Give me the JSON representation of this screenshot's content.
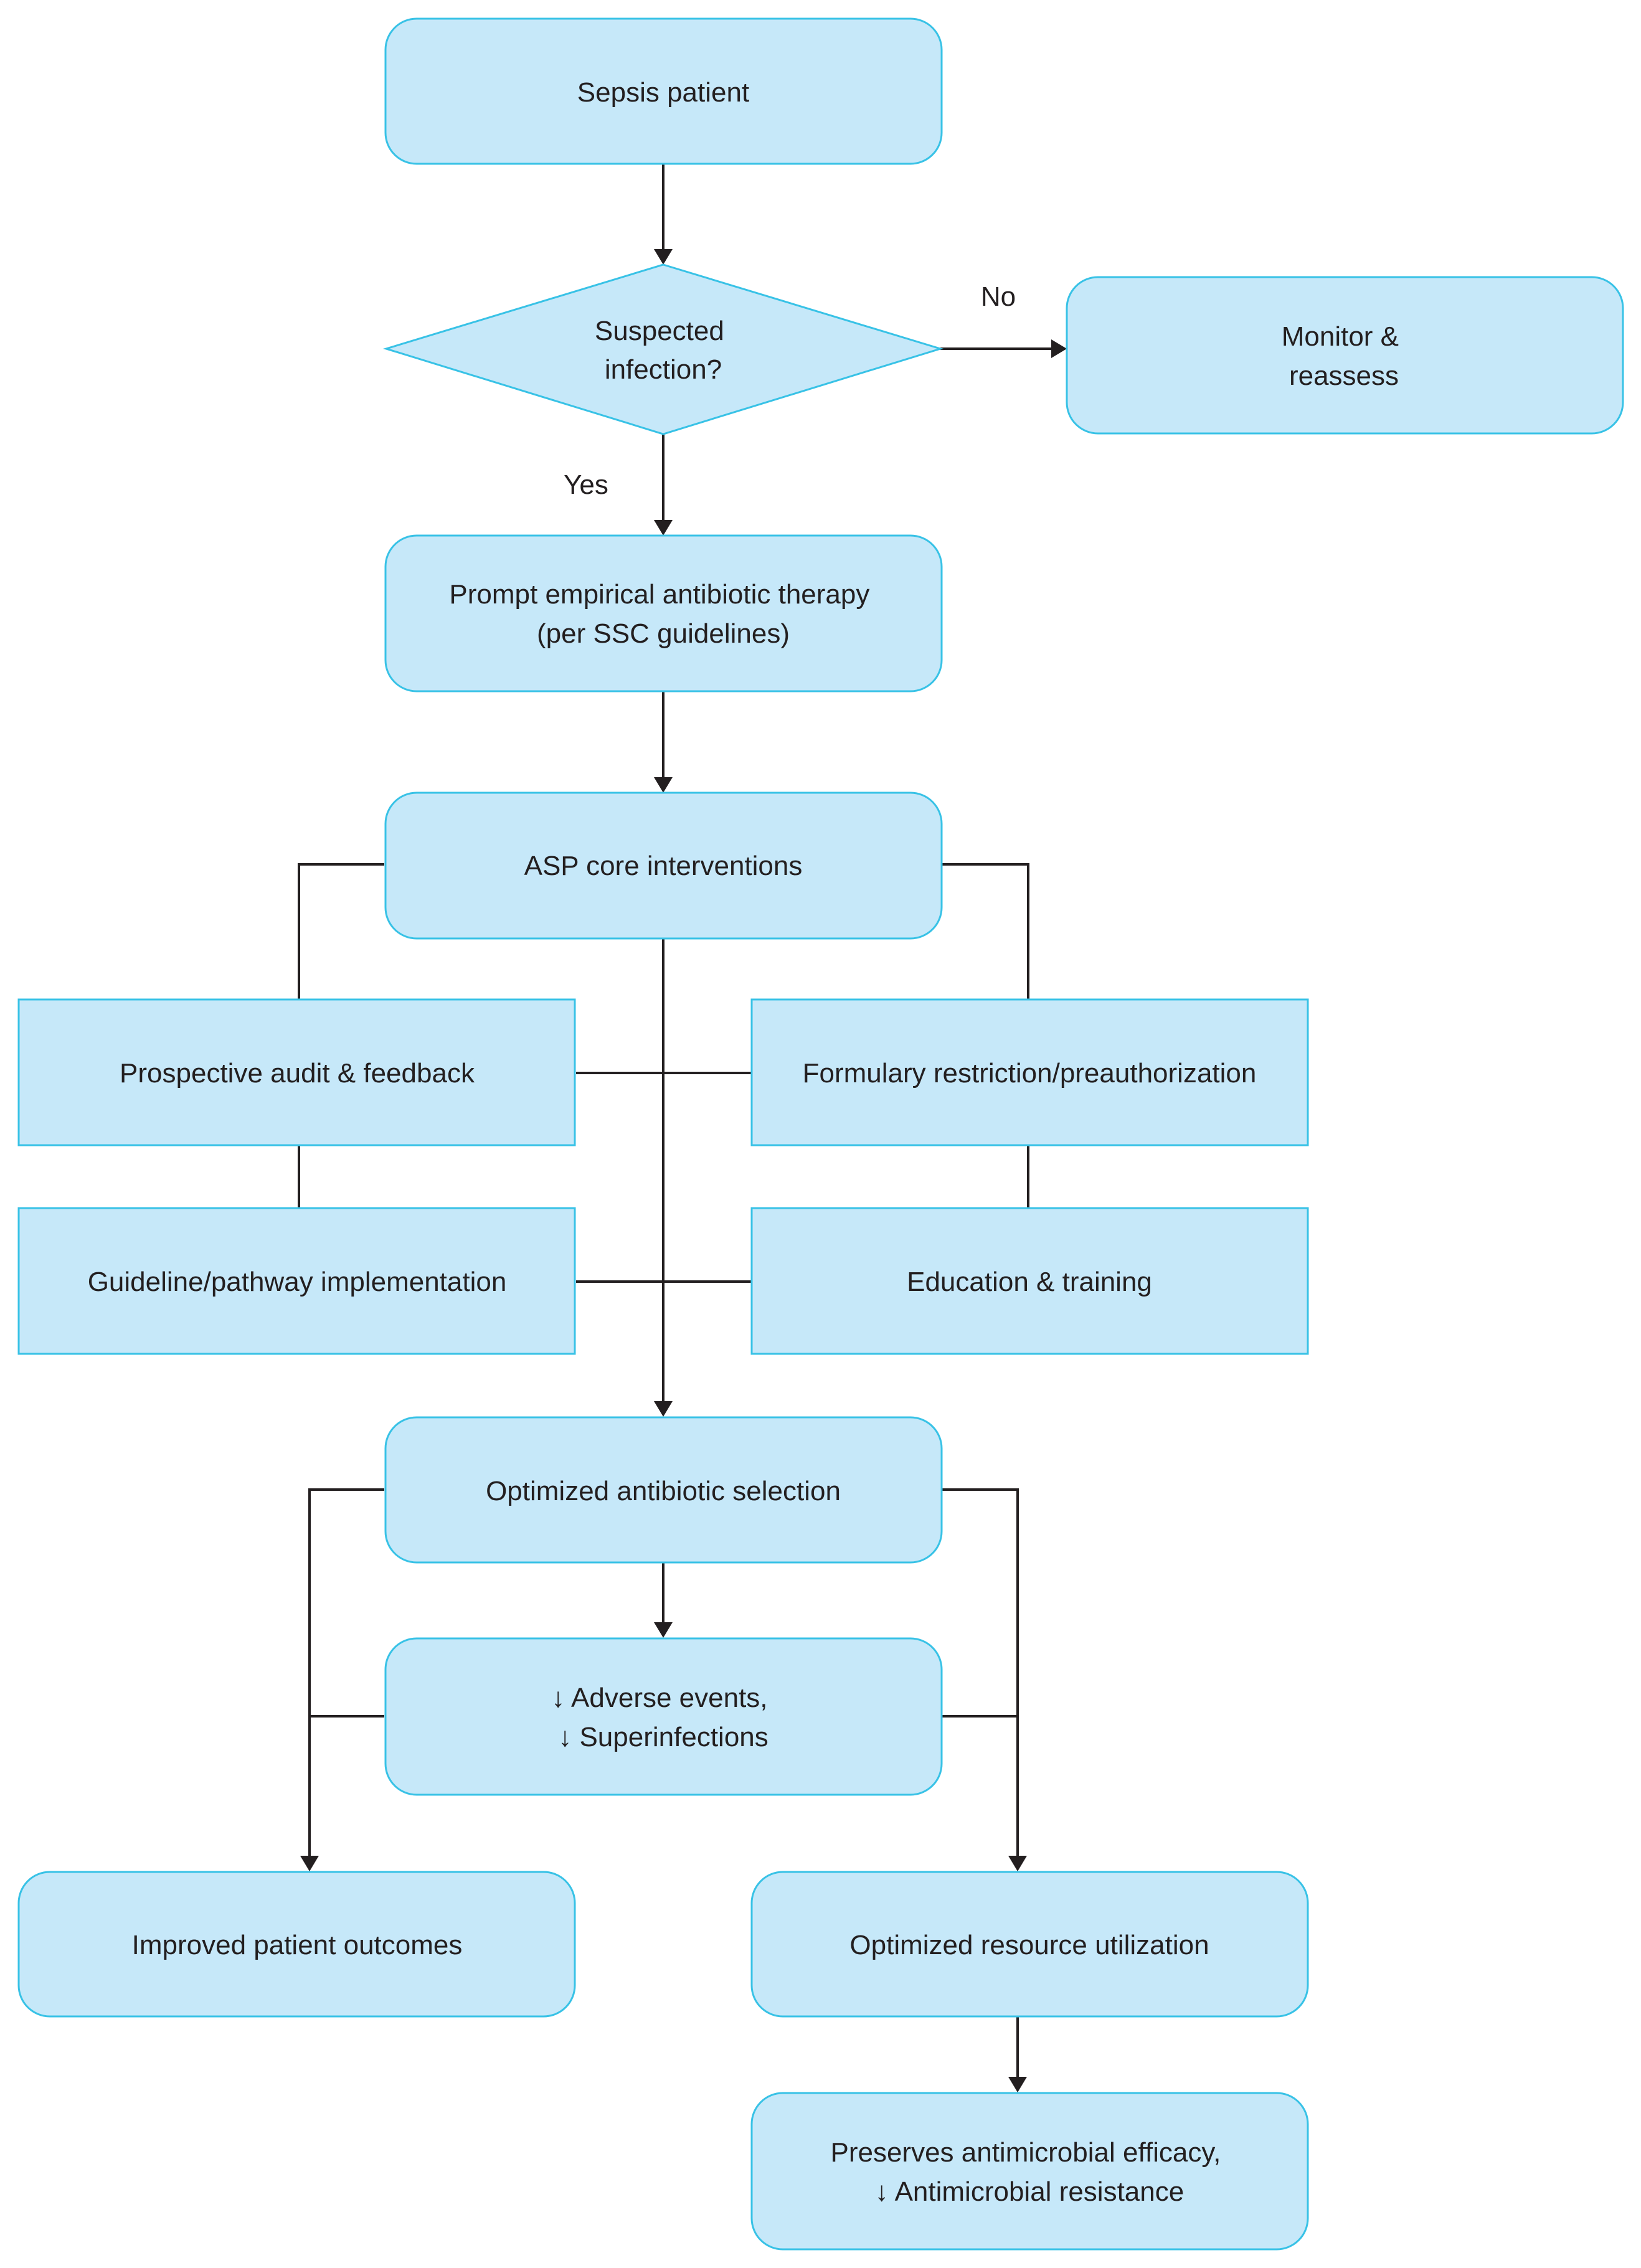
{
  "colors": {
    "node_fill": "#c6e8f9",
    "node_stroke": "#38c2e6",
    "connector": "#231f20",
    "text": "#231f20"
  },
  "nodes": {
    "sepsis_patient": {
      "shape": "rounded-rect",
      "lines": [
        "Sepsis patient"
      ]
    },
    "suspected_infection": {
      "shape": "diamond",
      "lines": [
        "Suspected",
        "infection?"
      ]
    },
    "monitor_reassess": {
      "shape": "rounded-rect",
      "lines": [
        "Monitor &",
        "reassess"
      ]
    },
    "prompt_empirical": {
      "shape": "rounded-rect",
      "lines": [
        "Prompt empirical antibiotic therapy",
        "(per SSC guidelines)"
      ]
    },
    "asp_core": {
      "shape": "rounded-rect",
      "lines": [
        "ASP core interventions"
      ]
    },
    "prospective_audit": {
      "shape": "rect",
      "lines": [
        "Prospective audit & feedback"
      ]
    },
    "formulary_restriction": {
      "shape": "rect",
      "lines": [
        "Formulary restriction/preauthorization"
      ]
    },
    "guideline_pathway": {
      "shape": "rect",
      "lines": [
        "Guideline/pathway implementation"
      ]
    },
    "education_training": {
      "shape": "rect",
      "lines": [
        "Education & training"
      ]
    },
    "optimized_selection": {
      "shape": "rounded-rect",
      "lines": [
        "Optimized antibiotic selection"
      ]
    },
    "adverse_events": {
      "shape": "rounded-rect",
      "lines": [
        "↓ Adverse events,",
        "↓ Superinfections"
      ]
    },
    "improved_outcomes": {
      "shape": "rounded-rect",
      "lines": [
        "Improved patient outcomes"
      ]
    },
    "resource_utilization": {
      "shape": "rounded-rect",
      "lines": [
        "Optimized resource utilization"
      ]
    },
    "preserves_efficacy": {
      "shape": "rounded-rect",
      "lines": [
        "Preserves antimicrobial efficacy,",
        "↓ Antimicrobial resistance"
      ]
    }
  },
  "edge_labels": {
    "no": "No",
    "yes": "Yes"
  },
  "edges": [
    {
      "from": "sepsis_patient",
      "to": "suspected_infection",
      "arrow": true
    },
    {
      "from": "suspected_infection",
      "to": "monitor_reassess",
      "label": "No",
      "arrow": true
    },
    {
      "from": "suspected_infection",
      "to": "prompt_empirical",
      "label": "Yes",
      "arrow": true
    },
    {
      "from": "prompt_empirical",
      "to": "asp_core",
      "arrow": true
    },
    {
      "from": "asp_core",
      "to": "prospective_audit",
      "arrow": false
    },
    {
      "from": "asp_core",
      "to": "formulary_restriction",
      "arrow": false
    },
    {
      "from": "prospective_audit",
      "to": "guideline_pathway",
      "arrow": false
    },
    {
      "from": "formulary_restriction",
      "to": "education_training",
      "arrow": false
    },
    {
      "from": "asp_core",
      "to": "optimized_selection",
      "arrow": true
    },
    {
      "from": "optimized_selection",
      "to": "adverse_events",
      "arrow": true
    },
    {
      "from": "optimized_selection",
      "to": "improved_outcomes",
      "arrow": true
    },
    {
      "from": "optimized_selection",
      "to": "resource_utilization",
      "arrow": true
    },
    {
      "from": "resource_utilization",
      "to": "preserves_efficacy",
      "arrow": true
    }
  ]
}
